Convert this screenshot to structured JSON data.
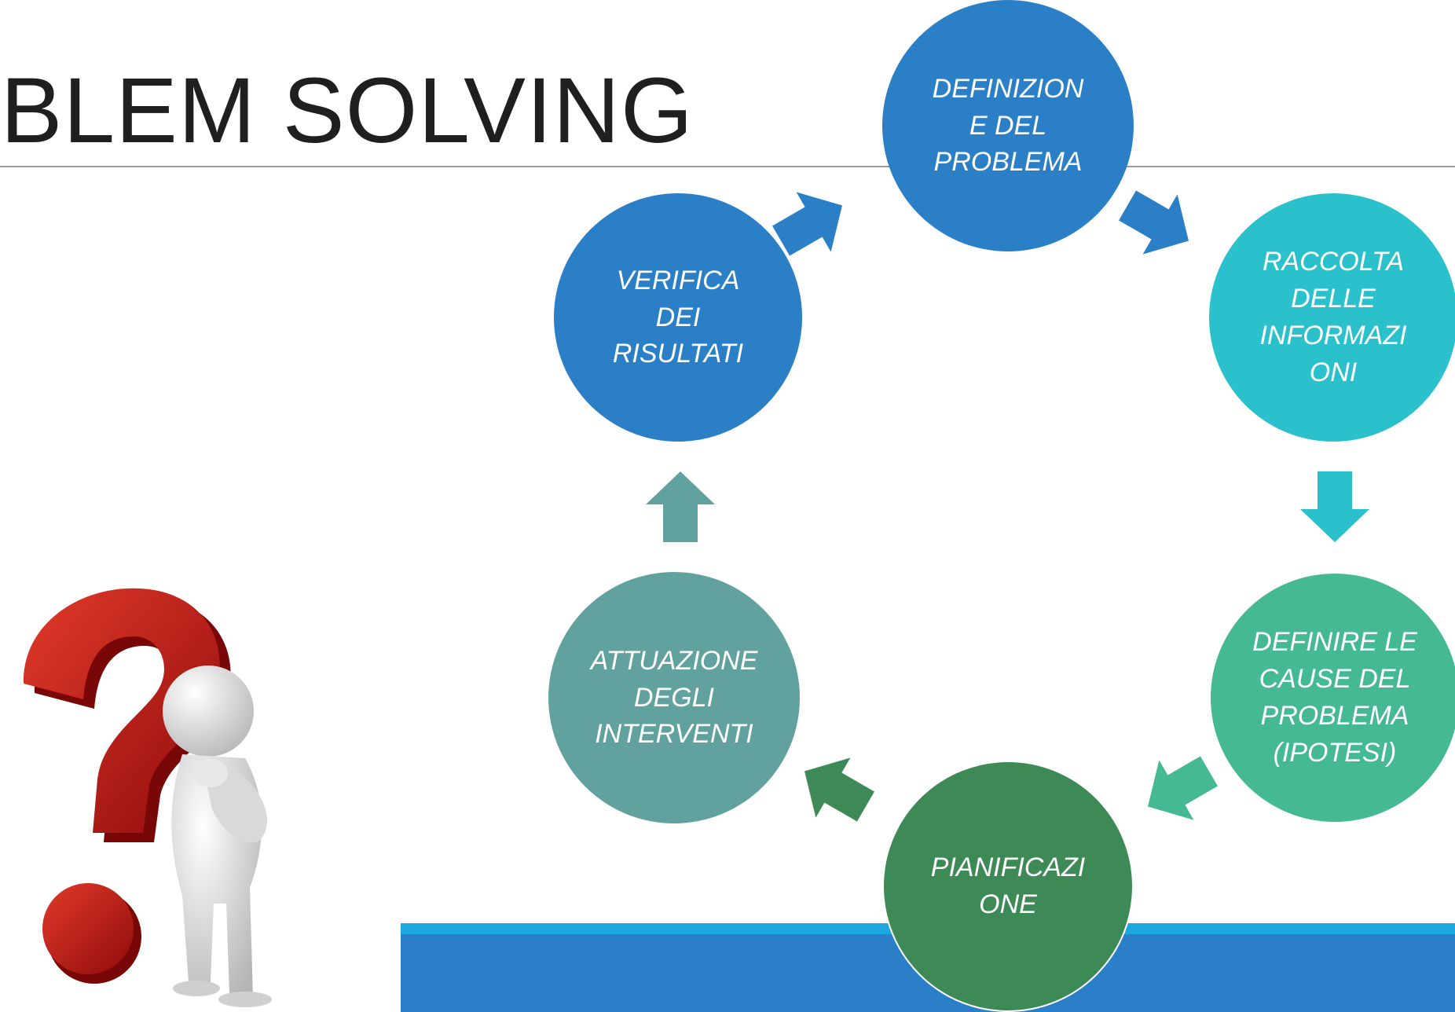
{
  "slide": {
    "title": "OBLEM SOLVING"
  },
  "cycle": {
    "steps": [
      {
        "id": "definizione",
        "label": "DEFINIZION\nE DEL\nPROBLEMA",
        "color": "#2a7fc6"
      },
      {
        "id": "raccolta",
        "label": "RACCOLTA\nDELLE\nINFORMAZI\nONI",
        "color": "#2bc1cc"
      },
      {
        "id": "cause",
        "label": "DEFINIRE LE\nCAUSE DEL\nPROBLEMA\n(IPOTESI)",
        "color": "#45b894"
      },
      {
        "id": "pianificazione",
        "label": "PIANIFICAZI\nONE",
        "color": "#3e8a56"
      },
      {
        "id": "attuazione",
        "label": "ATTUAZIONE\nDEGLI\nINTERVENTI",
        "color": "#62a29e"
      },
      {
        "id": "verifica",
        "label": "VERIFICA\nDEI\nRISULTATI",
        "color": "#2a7fc6"
      }
    ],
    "arrow_colors": [
      "#2a7fc6",
      "#2a7fc6",
      "#2bc1cc",
      "#45b894",
      "#3e8a56",
      "#62a29e"
    ]
  },
  "illustration": {
    "icon": "question-mark-thinking-figure-icon",
    "question_color": "#cc1414"
  }
}
